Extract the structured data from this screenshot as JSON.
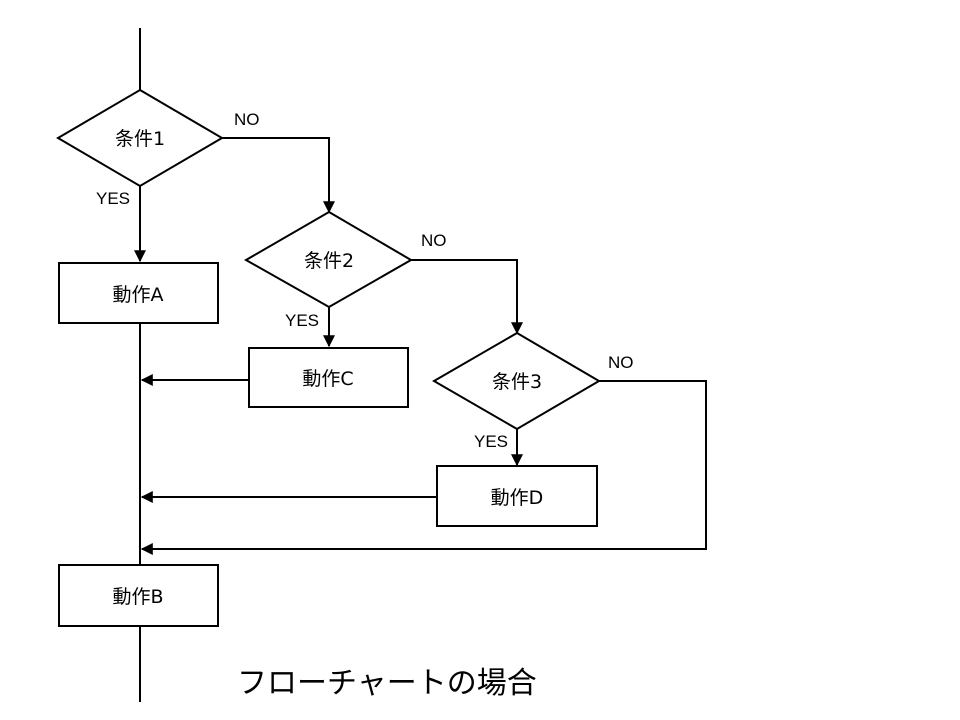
{
  "diagram": {
    "nodes": {
      "cond1": "条件1",
      "cond2": "条件2",
      "cond3": "条件3",
      "actionA": "動作A",
      "actionC": "動作C",
      "actionD": "動作D",
      "actionB": "動作B"
    },
    "edges": {
      "cond1_yes": "YES",
      "cond1_no": "NO",
      "cond2_yes": "YES",
      "cond2_no": "NO",
      "cond3_yes": "YES",
      "cond3_no": "NO"
    },
    "caption": "フローチャートの場合"
  }
}
